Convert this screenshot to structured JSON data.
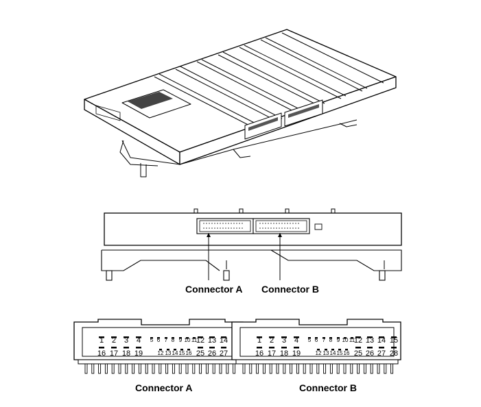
{
  "callouts": {
    "side_view": [
      "Connector A",
      "Connector B"
    ],
    "pinout": [
      "Connector A",
      "Connector B"
    ]
  },
  "pinout": {
    "row1_left": [
      "1",
      "2",
      "3",
      "4"
    ],
    "row1_mid": [
      "5",
      "6",
      "7",
      "8",
      "9",
      "10",
      "11"
    ],
    "row1_right": [
      "12",
      "13",
      "14",
      "15"
    ],
    "row2_left": [
      "16",
      "17",
      "18",
      "19"
    ],
    "row2_mid": [
      "12",
      "13",
      "14",
      "15",
      "16"
    ],
    "row2_right": [
      "25",
      "26",
      "27",
      "28"
    ]
  }
}
